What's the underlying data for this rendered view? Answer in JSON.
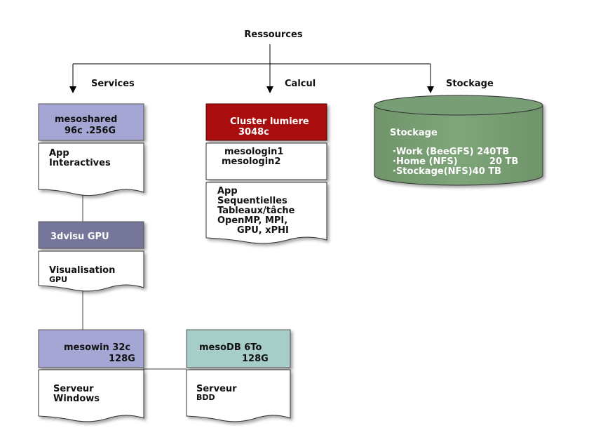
{
  "top": {
    "title": "Ressources"
  },
  "branches": {
    "services": "Services",
    "calcul": "Calcul",
    "stockage": "Stockage"
  },
  "mesoshared": {
    "name": "mesoshared",
    "spec": "96c .256G",
    "doc_line1": "App",
    "doc_line2": "Interactives",
    "color": "#a5a6d3"
  },
  "visu": {
    "name": "3dvisu GPU",
    "doc_line1": "Visualisation",
    "doc_line2": "GPU",
    "color": "#76769a"
  },
  "mesowin": {
    "name": "mesowin 32c",
    "spec": "128G",
    "doc_line1": "Serveur",
    "doc_line2": "Windows",
    "color": "#a5a6d3"
  },
  "mesodb": {
    "name": "mesoDB 6To",
    "spec": "128G",
    "doc_line1": "Serveur",
    "doc_line2": "BDD",
    "color": "#a6cdc8"
  },
  "cluster": {
    "name": "Cluster lumiere",
    "spec": "3048c",
    "logins": [
      "mesologin1",
      "mesologin2"
    ],
    "apps": [
      "App",
      "Sequentielles",
      "Tableaux/tâche",
      "OpenMP, MPI,",
      "GPU, xPHI"
    ],
    "color": "#aa0f0f"
  },
  "storage": {
    "title": "Stockage",
    "items": [
      "·Work (BeeGFS) 240TB",
      "·Home (NFS)          20 TB",
      "·Stockage(NFS)40 TB"
    ],
    "color": "#789e74"
  }
}
